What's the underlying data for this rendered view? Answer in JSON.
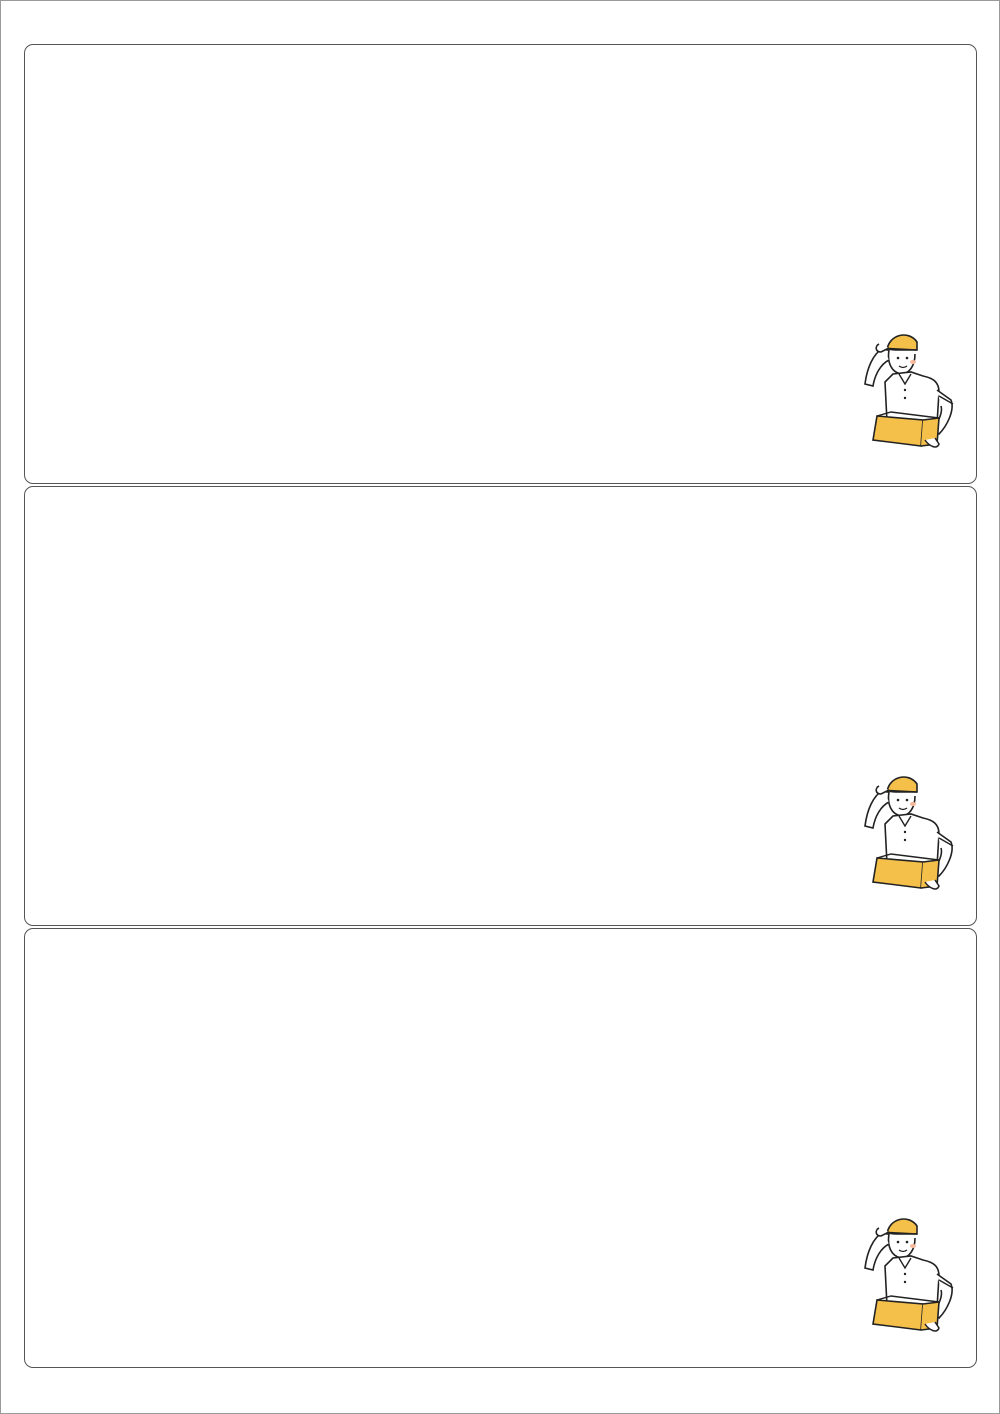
{
  "page": {
    "cards": [
      {
        "illustration": "delivery-person-with-box"
      },
      {
        "illustration": "delivery-person-with-box"
      },
      {
        "illustration": "delivery-person-with-box"
      }
    ]
  },
  "colors": {
    "border": "#555555",
    "accent": "#f5c04a",
    "skin_blush": "#f7b79a",
    "line": "#222222"
  }
}
